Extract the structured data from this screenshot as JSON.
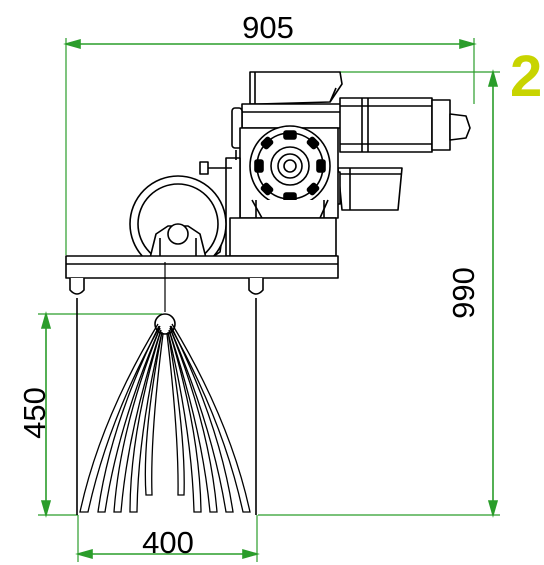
{
  "dimensions": {
    "width": "905",
    "height": "990",
    "drop": "450",
    "spread": "400"
  },
  "badge": "2",
  "colors": {
    "dimension_line": "#2a9d2a",
    "badge": "#c8d400",
    "drawing": "#000000"
  }
}
